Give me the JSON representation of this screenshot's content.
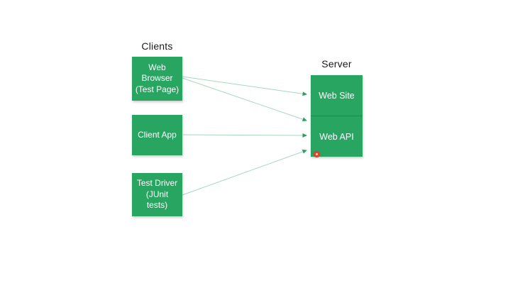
{
  "diagram": {
    "clients_label": "Clients",
    "server_label": "Server",
    "client_boxes": [
      {
        "label": "Web\nBrowser\n(Test Page)"
      },
      {
        "label": "Client App"
      },
      {
        "label": "Test Driver\n(JUnit\ntests)"
      }
    ],
    "server_sections": [
      {
        "label": "Web Site"
      },
      {
        "label": "Web API"
      }
    ],
    "connections": [
      {
        "from": "Web Browser (Test Page)",
        "to": "Web Site"
      },
      {
        "from": "Web Browser (Test Page)",
        "to": "Web API"
      },
      {
        "from": "Client App",
        "to": "Web API"
      },
      {
        "from": "Test Driver (JUnit tests)",
        "to": "Web API"
      }
    ]
  },
  "colors": {
    "box_green": "#29A562",
    "divider_green": "#1E8A50",
    "connector_line": "#A6D7BF",
    "arrowhead_green": "#2A9F60",
    "label_text": "#1A1A1A",
    "box_text": "#FFFFFF",
    "click_indicator_red": "#E0432F"
  }
}
